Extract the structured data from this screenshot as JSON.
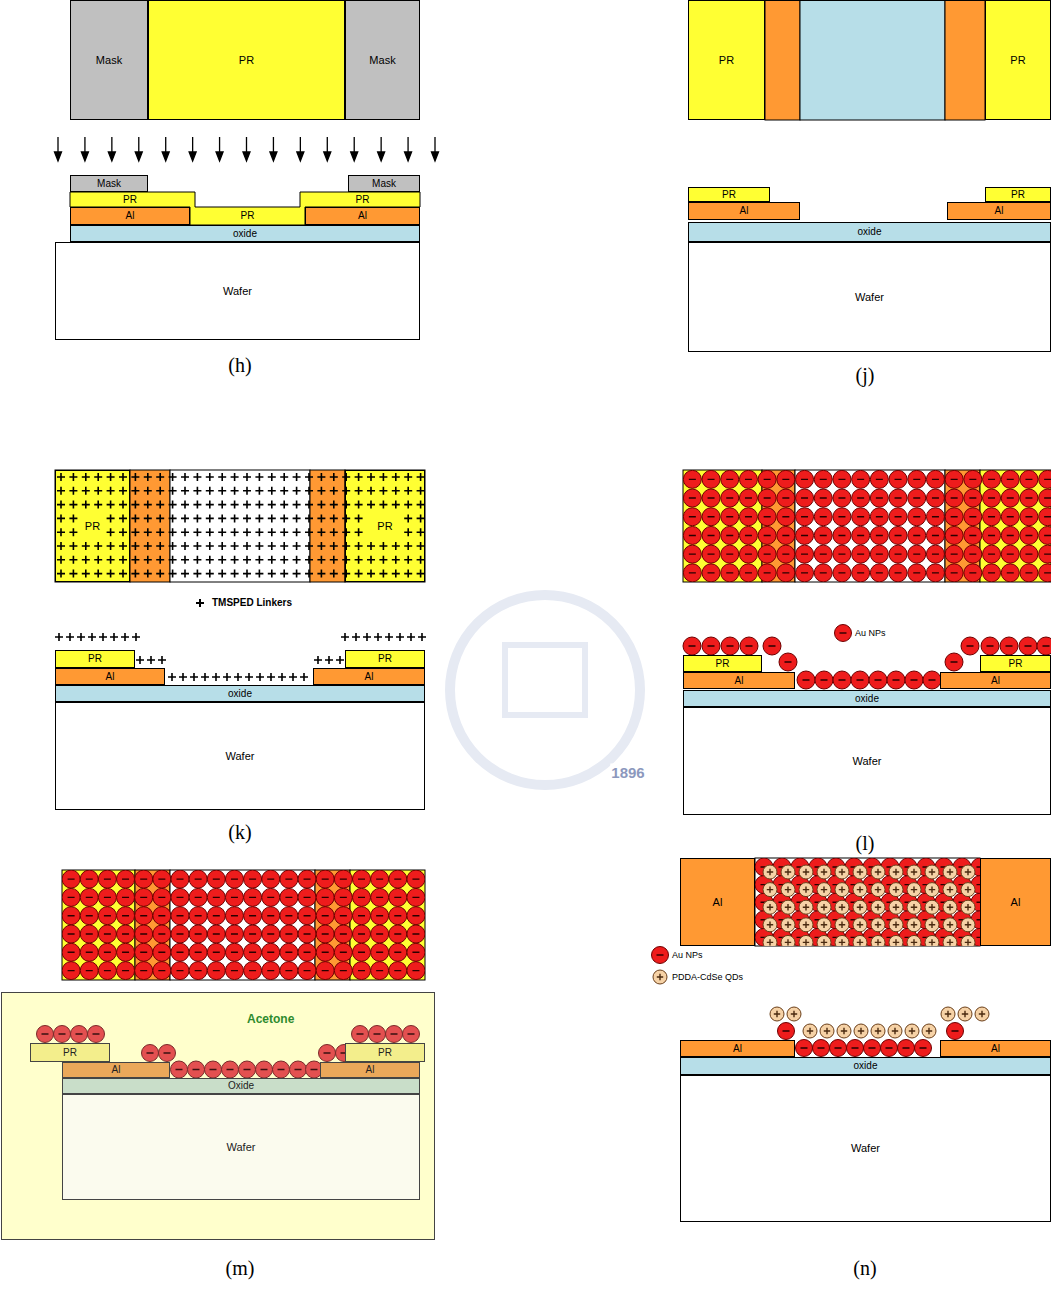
{
  "diagram": {
    "nodes": [
      {
        "text": [
          "Mask"
        ]
      },
      {
        "text": [
          "PR"
        ]
      },
      {
        "text": [
          "Mask"
        ]
      },
      {
        "text": [
          "Mask"
        ]
      },
      {
        "text": [
          "Mask"
        ]
      },
      {
        "text": [
          "PR"
        ]
      },
      {
        "text": [
          "PR"
        ]
      },
      {
        "text": [
          "Al"
        ]
      },
      {
        "text": [
          "PR"
        ]
      },
      {
        "text": [
          "Al"
        ]
      },
      {
        "text": [
          "oxide"
        ]
      },
      {
        "text": [
          "Wafer"
        ]
      },
      {
        "text": [
          "PR"
        ]
      },
      {
        "text": [
          "PR"
        ]
      },
      {
        "text": [
          "PR"
        ]
      },
      {
        "text": [
          "PR"
        ]
      },
      {
        "text": [
          "Al"
        ]
      },
      {
        "text": [
          "Al"
        ]
      },
      {
        "text": [
          "oxide"
        ]
      },
      {
        "text": [
          "Wafer"
        ]
      },
      {
        "text": [
          "PR"
        ]
      },
      {
        "text": [
          "PR"
        ]
      },
      {
        "text": [
          "PR"
        ]
      },
      {
        "text": [
          "PR"
        ]
      },
      {
        "text": [
          "Al"
        ]
      },
      {
        "text": [
          "Al"
        ]
      },
      {
        "text": [
          "oxide"
        ]
      },
      {
        "text": [
          "Wafer"
        ]
      },
      {
        "text": [
          "PR"
        ]
      },
      {
        "text": [
          "PR"
        ]
      },
      {
        "text": [
          "Al"
        ]
      },
      {
        "text": [
          "Al"
        ]
      },
      {
        "text": [
          "oxide"
        ]
      },
      {
        "text": [
          "Wafer"
        ]
      },
      {
        "text": [
          "Acetone"
        ]
      },
      {
        "text": [
          "PR"
        ],
        "in": 34
      },
      {
        "text": [
          "PR"
        ],
        "in": 34
      },
      {
        "text": [
          "Al"
        ],
        "in": 34
      },
      {
        "text": [
          "Al"
        ],
        "in": 34
      },
      {
        "text": [
          "Oxide"
        ],
        "in": 34
      },
      {
        "text": [
          "Wafer"
        ],
        "in": 34
      },
      {
        "text": [
          "Al"
        ]
      },
      {
        "text": [
          "Al"
        ]
      },
      {
        "text": [
          "Al"
        ]
      },
      {
        "text": [
          "Al"
        ]
      },
      {
        "text": [
          "oxide"
        ]
      },
      {
        "text": [
          "Wafer"
        ]
      }
    ],
    "labels": [
      "(h)",
      "(j)",
      "(k)",
      "(l)",
      "(m)",
      "(n)",
      "1896"
    ],
    "legend": [
      {
        "text": "TMSPED Linkers"
      },
      {
        "text": "Au NPs"
      },
      {
        "text": "Au NPs"
      },
      {
        "text": "PDDA-CdSe QDs"
      }
    ]
  }
}
